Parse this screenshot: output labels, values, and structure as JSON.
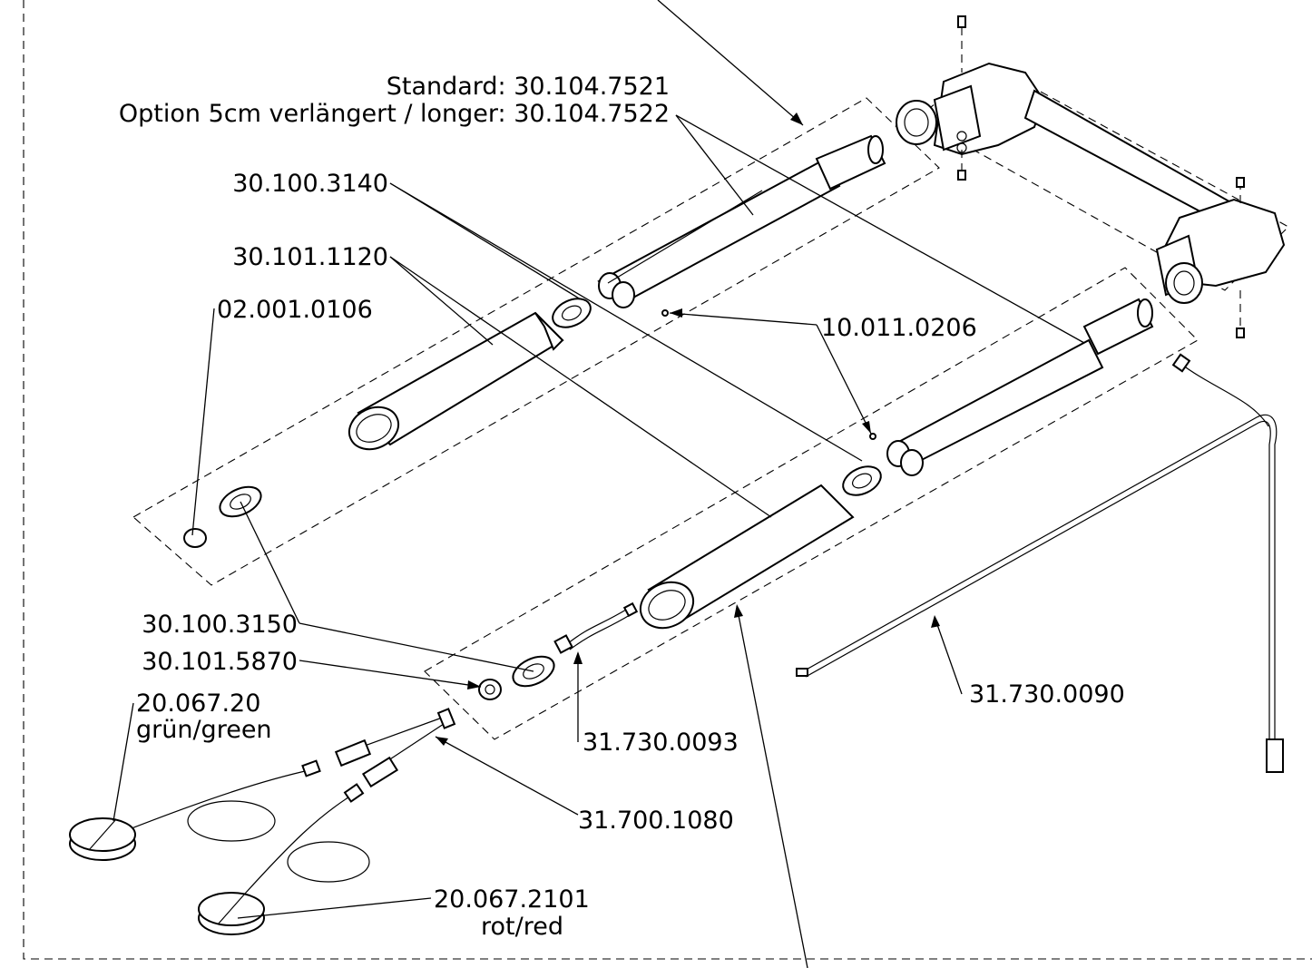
{
  "drawing": {
    "labels": {
      "standard": "Standard: 30.104.7521",
      "option_longer": "Option 5cm verlängert / longer: 30.104.7522",
      "p_30_100_3140": "30.100.3140",
      "p_30_101_1120": "30.101.1120",
      "p_02_001_0106": "02.001.0106",
      "p_10_011_0206": "10.011.0206",
      "p_30_100_3150": "30.100.3150",
      "p_30_101_5870": "30.101.5870",
      "p_20_067_20": "20.067.20",
      "p_20_067_20_color": "grün/green",
      "p_31_730_0093": "31.730.0093",
      "p_31_700_1080": "31.700.1080",
      "p_31_730_0090": "31.730.0090",
      "p_20_067_2101": "20.067.2101",
      "p_20_067_2101_color": "rot/red"
    }
  }
}
